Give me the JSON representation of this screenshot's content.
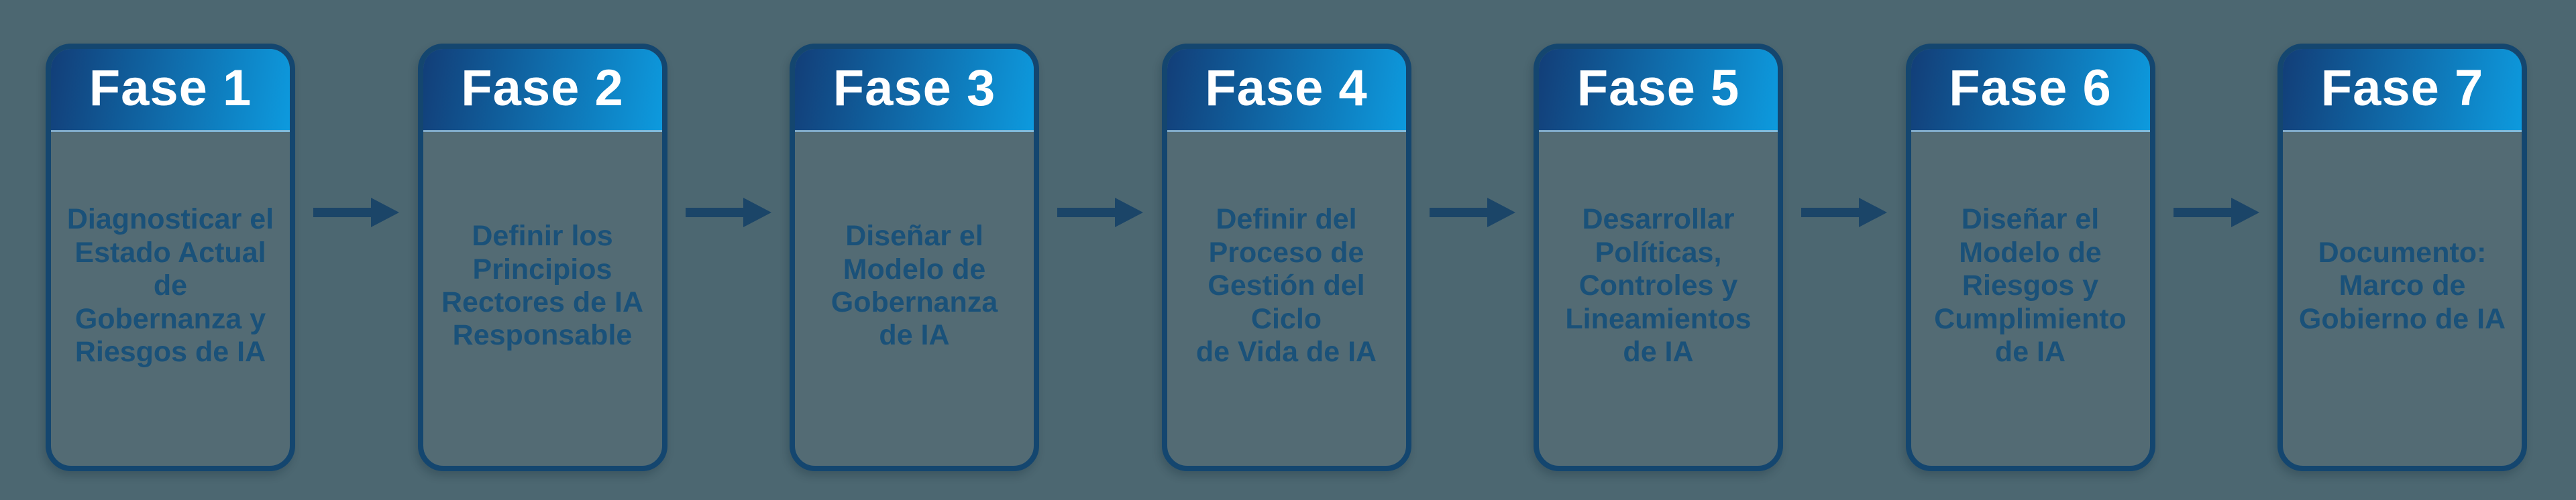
{
  "diagram": {
    "type": "process-flow",
    "direction": "left-to-right",
    "connector": "right-arrow",
    "phases": [
      {
        "title": "Fase 1",
        "body": "Diagnosticar el\nEstado Actual de\nGobernanza y\nRiesgos de IA"
      },
      {
        "title": "Fase 2",
        "body": "Definir los\nPrincipios\nRectores de IA\nResponsable"
      },
      {
        "title": "Fase 3",
        "body": "Diseñar el\nModelo de\nGobernanza\nde IA"
      },
      {
        "title": "Fase 4",
        "body": "Definir del\nProceso de\nGestión del Ciclo\nde Vida de IA"
      },
      {
        "title": "Fase 5",
        "body": "Desarrollar\nPolíticas,\nControles y\nLineamientos\nde IA"
      },
      {
        "title": "Fase 6",
        "body": "Diseñar el\nModelo de\nRiesgos y\nCumplimiento\nde IA"
      },
      {
        "title": "Fase 7",
        "body": "Documento:\nMarco de\nGobierno de IA"
      }
    ]
  },
  "colors": {
    "background": "#4c6771",
    "card-body": "#536b74",
    "card-border": "#14466f",
    "header-gradient-start": "#123e78",
    "header-gradient-end": "#0d9ade",
    "header-underline": "#9cc4ddcc",
    "header-text": "#ffffff",
    "body-text": "#1a5179",
    "arrow": "#1b4568"
  }
}
